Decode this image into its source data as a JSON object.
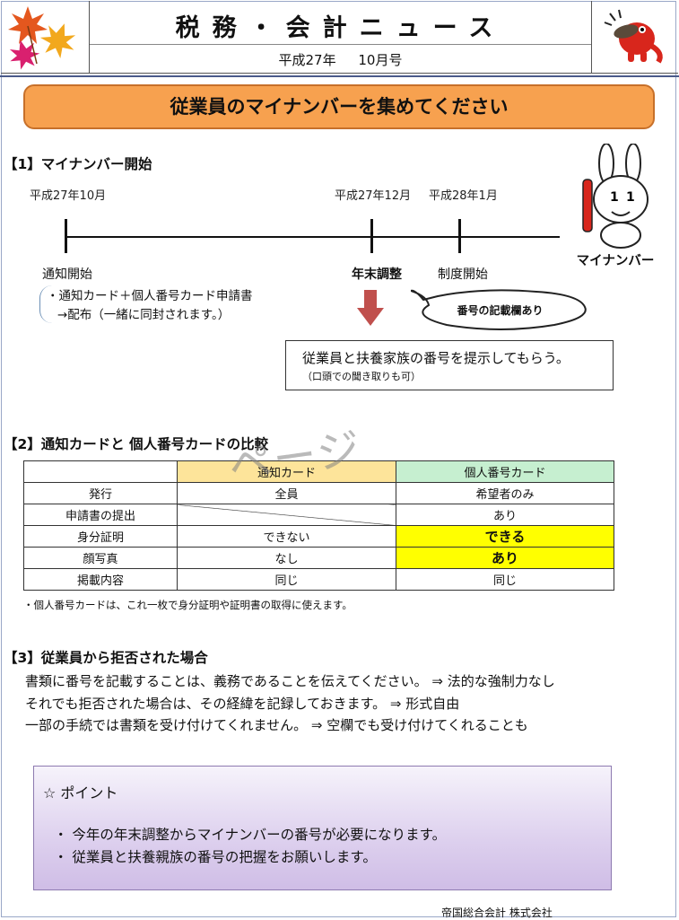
{
  "header": {
    "title": "税務・会計ニュース",
    "issue_era": "平成27年",
    "issue_month": "10月号"
  },
  "banner": {
    "text": "従業員のマイナンバーを集めてください"
  },
  "section1": {
    "heading": "【1】マイナンバー開始",
    "dates": [
      "平成27年10月",
      "平成27年12月",
      "平成28年1月"
    ],
    "notice_start": "通知開始",
    "notice_line1": "・通知カード＋個人番号カード申請書",
    "notice_line2": "→配布（一緒に同封されます。）",
    "year_end": "年末調整",
    "system_start": "制度開始",
    "callout": "番号の記載欄あり",
    "note_line1": "従業員と扶養家族の番号を提示してもらう。",
    "note_line2": "（口頭での聞き取りも可）",
    "mascot_label": "マイナンバー"
  },
  "section2": {
    "heading": "【2】通知カードと 個人番号カードの比較",
    "watermark": "ページ",
    "columns": [
      "",
      "通知カード",
      "個人番号カード"
    ],
    "rows": [
      [
        "発行",
        "全員",
        "希望者のみ"
      ],
      [
        "申請書の提出",
        "",
        "あり"
      ],
      [
        "身分証明",
        "できない",
        "できる"
      ],
      [
        "顔写真",
        "なし",
        "あり"
      ],
      [
        "掲載内容",
        "同じ",
        "同じ"
      ]
    ],
    "note": "・個人番号カードは、これ一枚で身分証明や証明書の取得に使えます。"
  },
  "section3": {
    "heading": "【3】従業員から拒否された場合",
    "lines": [
      "書類に番号を記載することは、義務であることを伝えてください。 ⇒ 法的な強制力なし",
      "それでも拒否された場合は、その経緯を記録しておきます。 ⇒ 形式自由",
      "一部の手続では書類を受け付けてくれません。 ⇒ 空欄でも受け付けてくれることも"
    ]
  },
  "point": {
    "title": "☆ ポイント",
    "items": [
      "・ 今年の年末調整からマイナンバーの番号が必要になります。",
      "・ 従業員と扶養親族の番号の把握をお願いします。"
    ]
  },
  "footer": "帝国総合会計 株式会社",
  "colors": {
    "banner": "#f7a14f",
    "notif_header": "#fde49a",
    "personal_header": "#c6efd0",
    "highlight": "#ffff00",
    "arrow": "#c0504d"
  }
}
